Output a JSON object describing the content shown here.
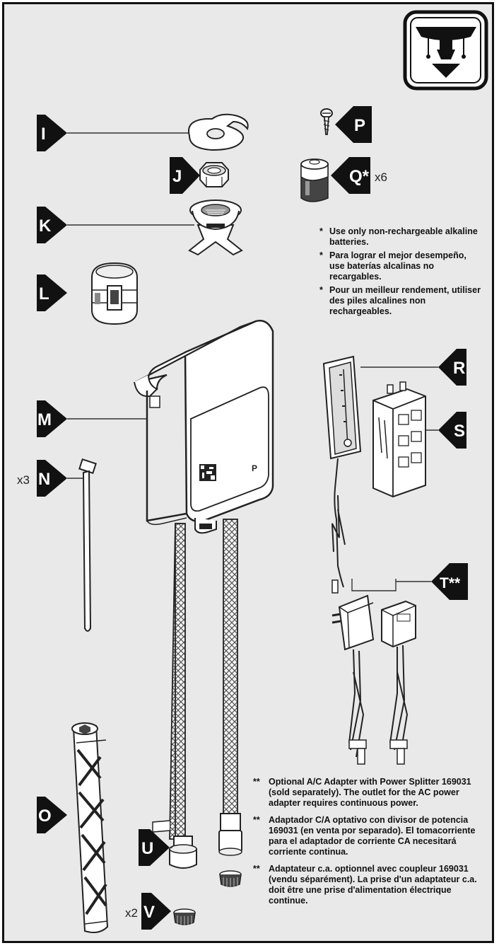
{
  "parts": [
    {
      "id": "I",
      "label": "I"
    },
    {
      "id": "J",
      "label": "J"
    },
    {
      "id": "K",
      "label": "K"
    },
    {
      "id": "L",
      "label": "L"
    },
    {
      "id": "M",
      "label": "M"
    },
    {
      "id": "N",
      "label": "N",
      "qty": "x3"
    },
    {
      "id": "O",
      "label": "O"
    },
    {
      "id": "P",
      "label": "P"
    },
    {
      "id": "Q",
      "label": "Q*",
      "qty": "x6"
    },
    {
      "id": "R",
      "label": "R"
    },
    {
      "id": "S",
      "label": "S"
    },
    {
      "id": "T",
      "label": "T**"
    },
    {
      "id": "U",
      "label": "U"
    },
    {
      "id": "V",
      "label": "V",
      "qty": "x2"
    }
  ],
  "battery_notes": {
    "marker": "*",
    "lines": [
      "Use only non-rechargeable alkaline batteries.",
      "Para lograr el mejor desempeño, use baterías alcalinas no recargables.",
      "Pour un meilleur rendement, utiliser des piles alcalines non rechargeables."
    ]
  },
  "adapter_notes": {
    "marker": "**",
    "lines": [
      "Optional A/C Adapter with Power Splitter 169031 (sold separately). The outlet for the AC power adapter requires continuous power.",
      "Adaptador C/A optativo con divisor de potencia 169031 (en venta por separado). El tomacorriente para el adaptador de corriente CA necesitará corriente continua.",
      "Adaptateur c.a. optionnel avec coupleur 169031 (vendu séparément). La prise d'un adaptateur c.a. doit être une prise d'alimentation électrique continue."
    ]
  }
}
